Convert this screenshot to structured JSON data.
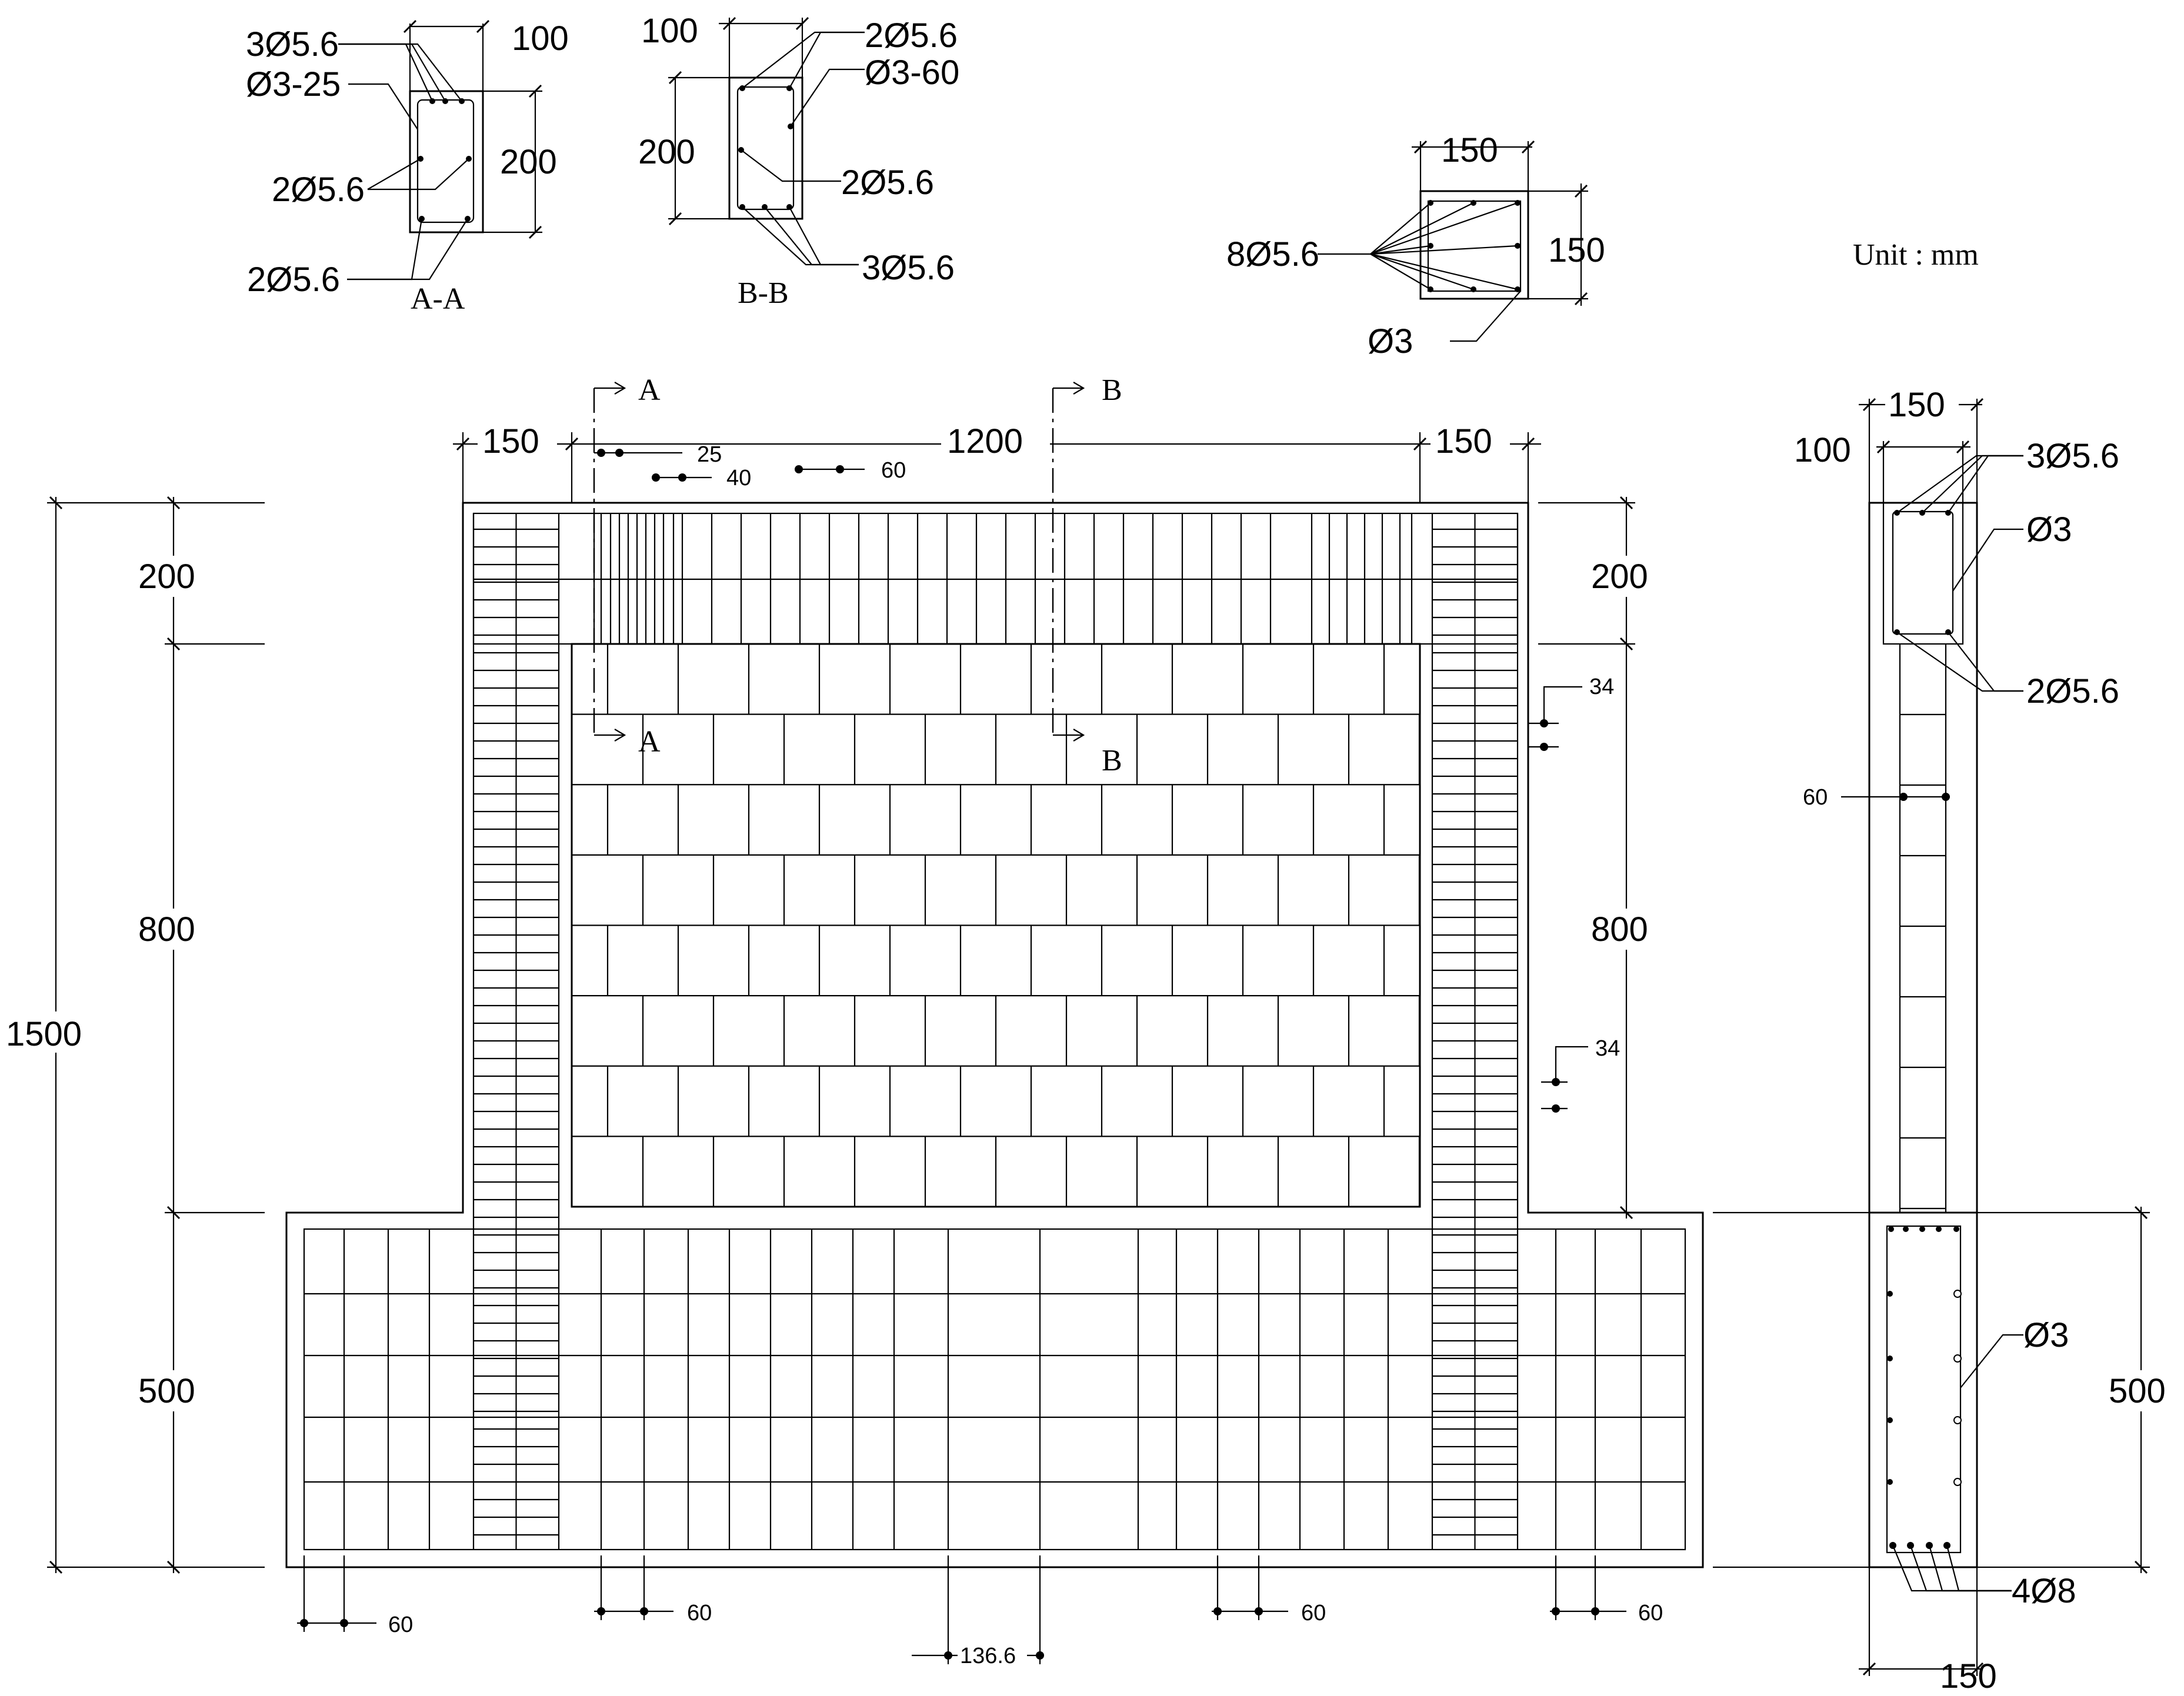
{
  "unit_note": "Unit : mm",
  "sections": {
    "aa": {
      "title": "A-A",
      "width": "100",
      "height": "200",
      "top_bars": "3Ø5.6",
      "stirrups": "Ø3-25",
      "side_bars": "2Ø5.6",
      "bottom_bars": "2Ø5.6"
    },
    "bb": {
      "title": "B-B",
      "width": "100",
      "height": "200",
      "top_bars": "2Ø5.6",
      "stirrups": "Ø3-60",
      "side_bars": "2Ø5.6",
      "bottom_bars": "3Ø5.6"
    },
    "column": {
      "width": "150",
      "height": "150",
      "bars": "8Ø5.6",
      "ties": "Ø3"
    }
  },
  "elevation": {
    "section_mark_a": "A",
    "section_mark_b": "B",
    "top_dims": [
      "150",
      "1200",
      "150"
    ],
    "spacing_25": "25",
    "spacing_40": "40",
    "spacing_60": "60",
    "left_dims": [
      "200",
      "800",
      "500"
    ],
    "total_height": "1500",
    "right_dims": [
      "200",
      "800"
    ],
    "mortar_34_upper": "34",
    "mortar_34_lower": "34",
    "bottom_dims": [
      "60",
      "60",
      "136.6",
      "60",
      "60"
    ]
  },
  "side_view": {
    "width_top": "150",
    "beam_width": "100",
    "top_bars": "3Ø5.6",
    "beam_stirrup": "Ø3",
    "bottom_bars": "2Ø5.6",
    "spacing": "60",
    "base_stirrup": "Ø3",
    "base_height": "500",
    "base_bars": "4Ø8",
    "width_bottom": "150"
  }
}
